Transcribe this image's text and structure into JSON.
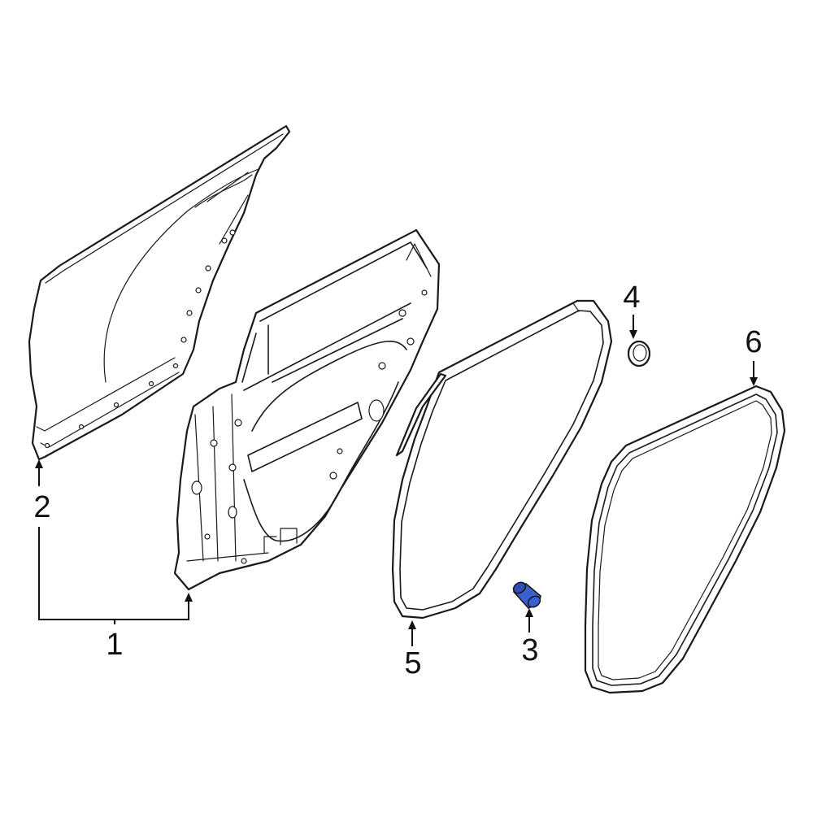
{
  "callouts": [
    {
      "id": "1",
      "label": "1"
    },
    {
      "id": "2",
      "label": "2"
    },
    {
      "id": "3",
      "label": "3"
    },
    {
      "id": "4",
      "label": "4"
    },
    {
      "id": "5",
      "label": "5"
    },
    {
      "id": "6",
      "label": "6"
    }
  ],
  "colors": {
    "line": "#1a1a1a",
    "highlight_part": "#3a5fd0"
  }
}
